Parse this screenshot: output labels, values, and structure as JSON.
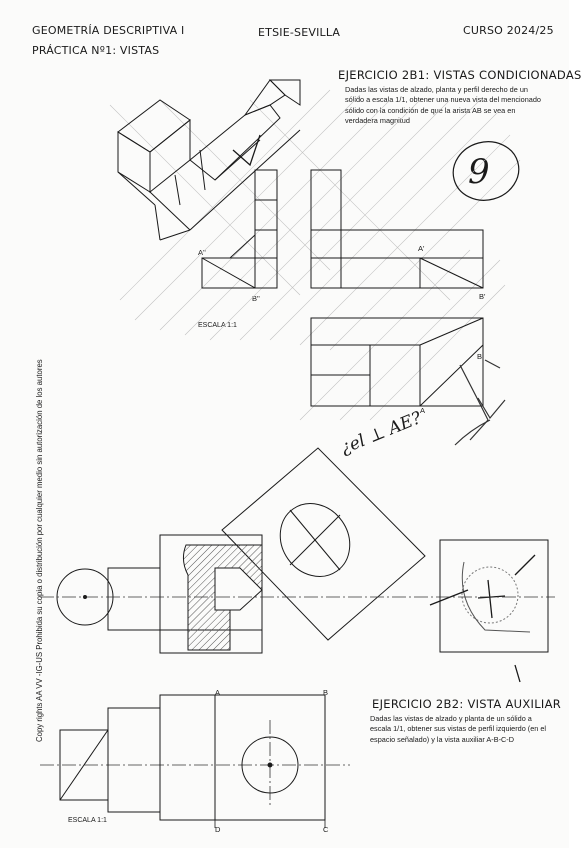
{
  "header": {
    "subject": "GEOMETRÍA DESCRIPTIVA I",
    "school": "ETSIE-SEVILLA",
    "course": "CURSO 2024/25",
    "practice": "PRÁCTICA Nº1: VISTAS"
  },
  "exercise1": {
    "title": "EJERCICIO 2B1: VISTAS CONDICIONADAS",
    "description": "Dadas las vistas de alzado, planta y perfil derecho de un sólido a escala 1/1, obtener una nueva vista del mencionado sólido con la condición de que la arista AB se vea en verdadera magnitud",
    "scale": "ESCALA 1:1",
    "labels": [
      "A''",
      "B''",
      "A'",
      "B'",
      "A",
      "B"
    ]
  },
  "exercise2": {
    "title": "EJERCICIO 2B2: VISTA AUXILIAR",
    "description": "Dadas las vistas de alzado y planta de un sólido a escala 1/1, obtener sus vistas de perfil izquierdo (en el espacio señalado) y la vista auxiliar A-B-C-D",
    "scale": "ESCALA 1:1",
    "labels": [
      "A",
      "B",
      "D",
      "C"
    ]
  },
  "handwriting": {
    "grade": "9",
    "note": "¿el ⊥ AE?"
  },
  "copyright": "Copy rights AA VV -IG-US Prohibida su copia o distribución por cualquier medio sin autorización de los autores",
  "colors": {
    "ink": "#1a1a1a",
    "pencil": "#8a8a8a",
    "hatch": "#555555",
    "paper": "#fbfbfa"
  }
}
